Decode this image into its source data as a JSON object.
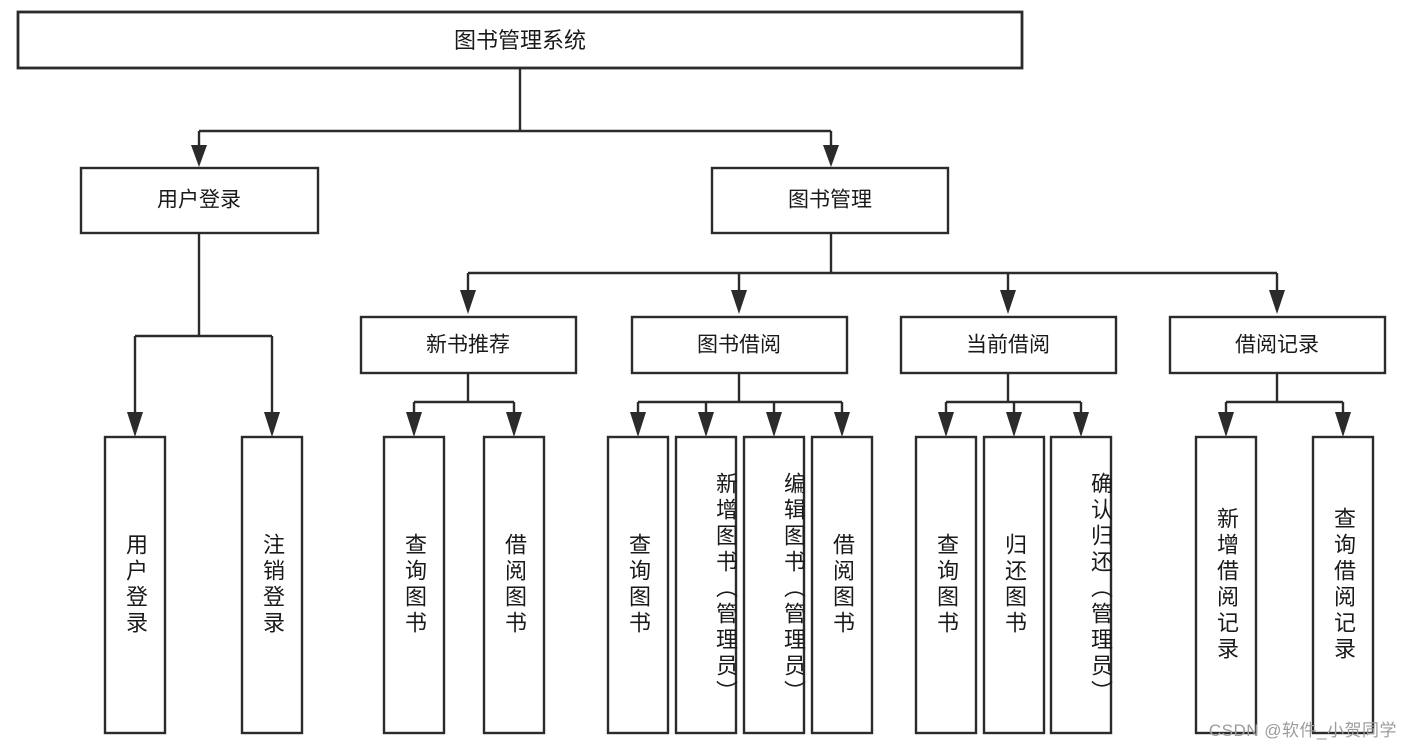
{
  "diagram": {
    "type": "tree",
    "title": "图书管理系统",
    "orientation": "top-down",
    "colors": {
      "stroke": "#2b2b2b",
      "box_fill": "#ffffff",
      "text": "#1a1a1a",
      "background": "#ffffff",
      "watermark": "#9c9c9c"
    },
    "root": {
      "label": "图书管理系统"
    },
    "level2": [
      {
        "label": "用户登录"
      },
      {
        "label": "图书管理"
      }
    ],
    "level3": [
      {
        "label": "新书推荐"
      },
      {
        "label": "图书借阅"
      },
      {
        "label": "当前借阅"
      },
      {
        "label": "借阅记录"
      }
    ],
    "leaves": {
      "user_login": [
        {
          "label": "用户登录"
        },
        {
          "label": "注销登录"
        }
      ],
      "new_book_recommend": [
        {
          "label": "查询图书"
        },
        {
          "label": "借阅图书"
        }
      ],
      "book_borrow": [
        {
          "label": "查询图书"
        },
        {
          "label": "新增图书（管理员）"
        },
        {
          "label": "编辑图书（管理员）"
        },
        {
          "label": "借阅图书"
        }
      ],
      "current_borrow": [
        {
          "label": "查询图书"
        },
        {
          "label": "归还图书"
        },
        {
          "label": "确认归还（管理员）"
        }
      ],
      "borrow_record": [
        {
          "label": "新增借阅记录"
        },
        {
          "label": "查询借阅记录"
        }
      ]
    }
  },
  "watermark": {
    "text": "CSDN @软件_小贺同学"
  }
}
